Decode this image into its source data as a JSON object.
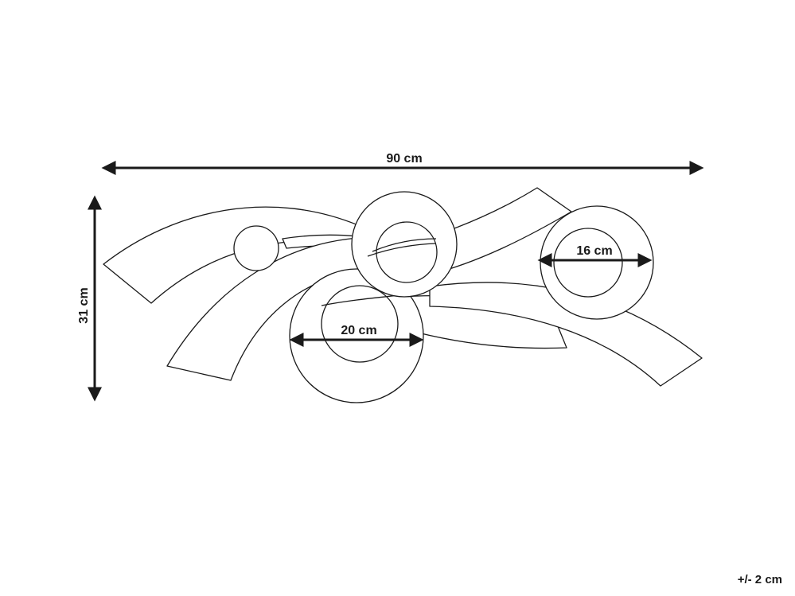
{
  "dimensions": {
    "width_label": "90 cm",
    "height_label": "31 cm",
    "large_ring_label": "20 cm",
    "small_ring_label": "16 cm"
  },
  "tolerance_label": "+/- 2 cm",
  "colors": {
    "line": "#1a1a1a",
    "background": "#ffffff"
  }
}
